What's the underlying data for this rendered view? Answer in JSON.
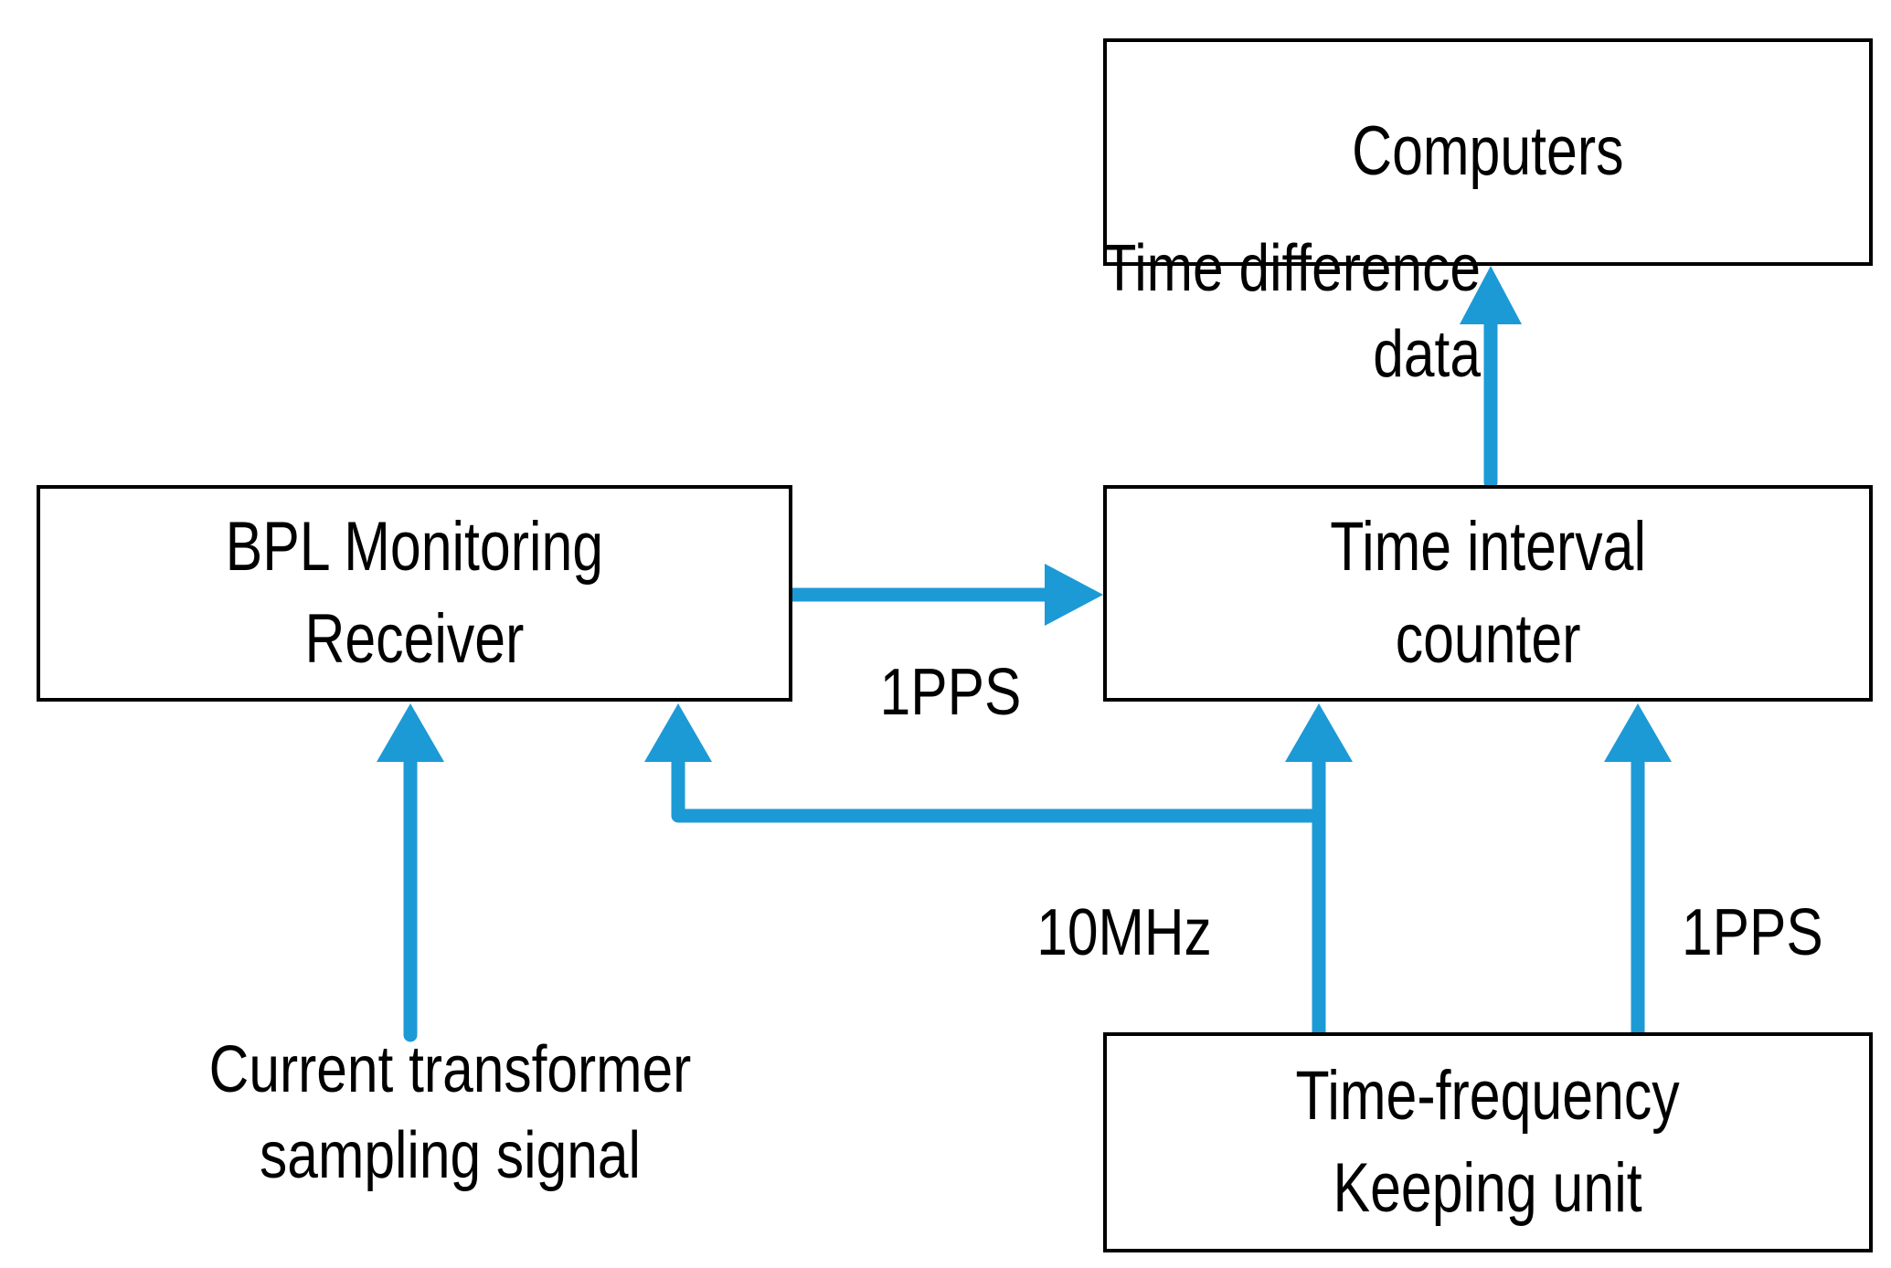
{
  "diagram": {
    "title": "BPL monitoring time-difference measurement block diagram",
    "accent_color": "#1C9AD6",
    "line_color": "#000000",
    "background_color": "#FFFFFF",
    "nodes": [
      {
        "id": "computers",
        "label": "Computers"
      },
      {
        "id": "bpl_receiver",
        "label": "BPL Monitoring\nReceiver"
      },
      {
        "id": "time_interval_counter",
        "label": "Time interval\ncounter"
      },
      {
        "id": "time_frequency_unit",
        "label": "Time-frequency\nKeeping unit"
      }
    ],
    "edge_labels": [
      {
        "id": "time_difference_data",
        "text": "Time difference\ndata"
      },
      {
        "id": "pps_receiver_to_counter",
        "text": "1PPS"
      },
      {
        "id": "ten_mhz",
        "text": "10MHz"
      },
      {
        "id": "pps_unit_to_counter",
        "text": "1PPS"
      },
      {
        "id": "current_transformer",
        "text": "Current transformer\nsampling signal"
      }
    ],
    "connections": [
      {
        "from": "bpl_receiver",
        "to": "time_interval_counter",
        "signal": "1PPS",
        "direction": "right"
      },
      {
        "from": "time_interval_counter",
        "to": "computers",
        "signal": "Time difference data",
        "direction": "up"
      },
      {
        "from": "current_transformer",
        "to": "bpl_receiver",
        "signal": "Current transformer sampling signal",
        "direction": "up"
      },
      {
        "from": "time_frequency_unit",
        "to": "time_interval_counter",
        "signal": "10MHz",
        "direction": "up"
      },
      {
        "from": "time_frequency_unit",
        "to": "bpl_receiver",
        "signal": "10MHz",
        "direction": "up-left"
      },
      {
        "from": "time_frequency_unit",
        "to": "time_interval_counter",
        "signal": "1PPS",
        "direction": "up"
      }
    ]
  }
}
